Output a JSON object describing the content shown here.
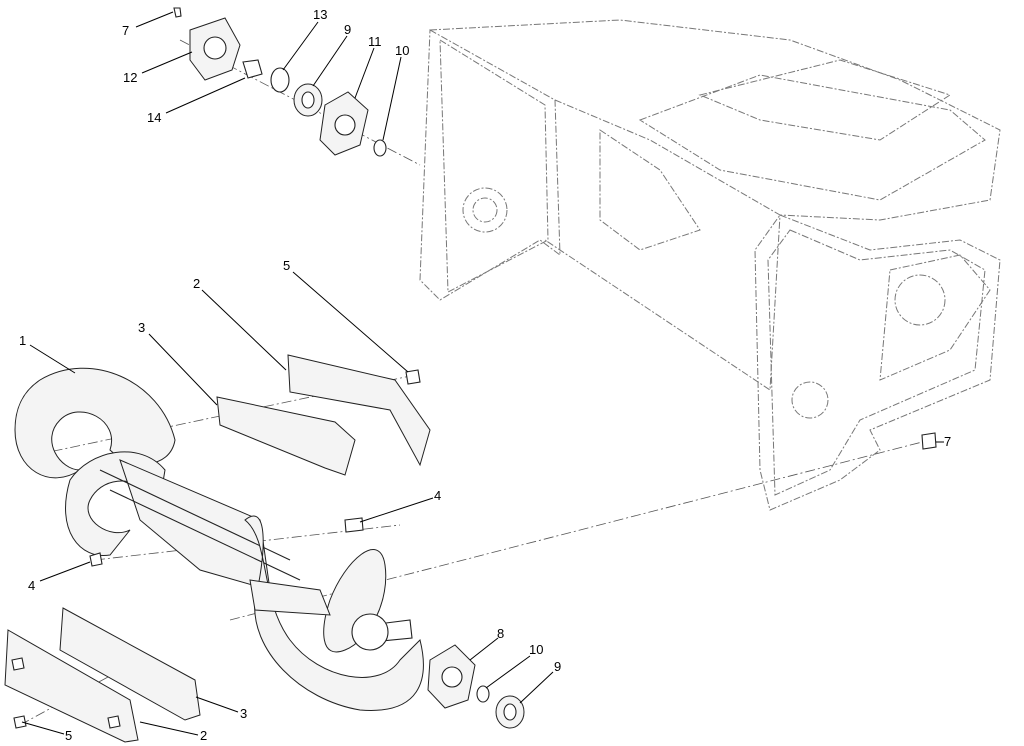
{
  "title": "Auger assembly exploded parts diagram",
  "callouts": [
    {
      "number": "7"
    },
    {
      "number": "12"
    },
    {
      "number": "14"
    },
    {
      "number": "13"
    },
    {
      "number": "9"
    },
    {
      "number": "11"
    },
    {
      "number": "10"
    },
    {
      "number": "5"
    },
    {
      "number": "2"
    },
    {
      "number": "3"
    },
    {
      "number": "1"
    },
    {
      "number": "4"
    },
    {
      "number": "4"
    },
    {
      "number": "7"
    },
    {
      "number": "8"
    },
    {
      "number": "10"
    },
    {
      "number": "9"
    },
    {
      "number": "3"
    },
    {
      "number": "2"
    },
    {
      "number": "5"
    }
  ]
}
